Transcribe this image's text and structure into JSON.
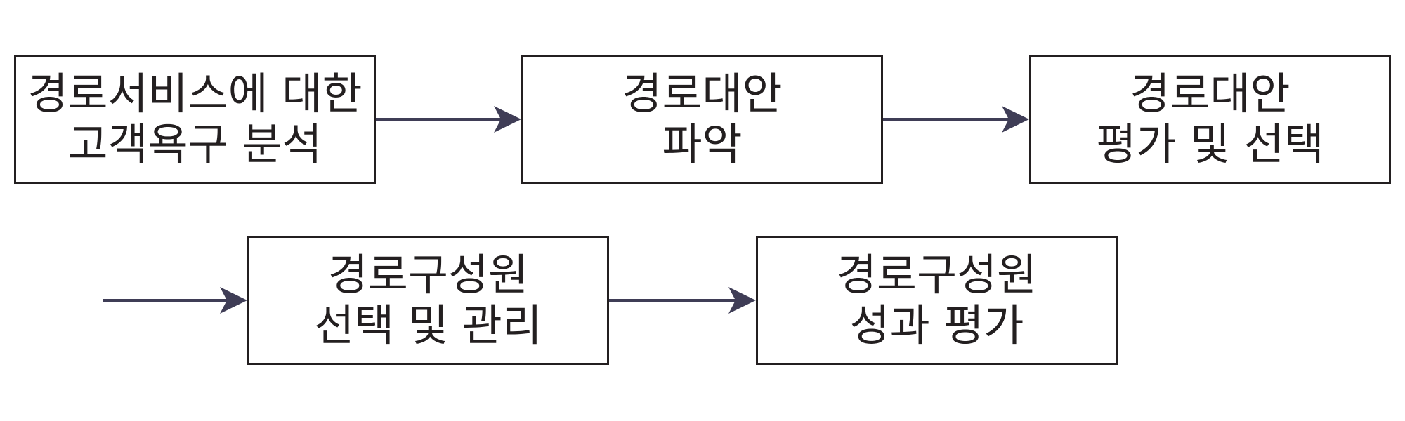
{
  "steps": [
    {
      "line1": "경로서비스에 대한",
      "line2": "고객욕구 분석"
    },
    {
      "line1": "경로대안",
      "line2": "파악"
    },
    {
      "line1": "경로대안",
      "line2": "평가 및 선택"
    },
    {
      "line1": "경로구성원",
      "line2": "선택 및 관리"
    },
    {
      "line1": "경로구성원",
      "line2": "성과 평가"
    }
  ],
  "colors": {
    "box_border": "#231f20",
    "text": "#231f20",
    "arrow": "#3f3d56"
  }
}
